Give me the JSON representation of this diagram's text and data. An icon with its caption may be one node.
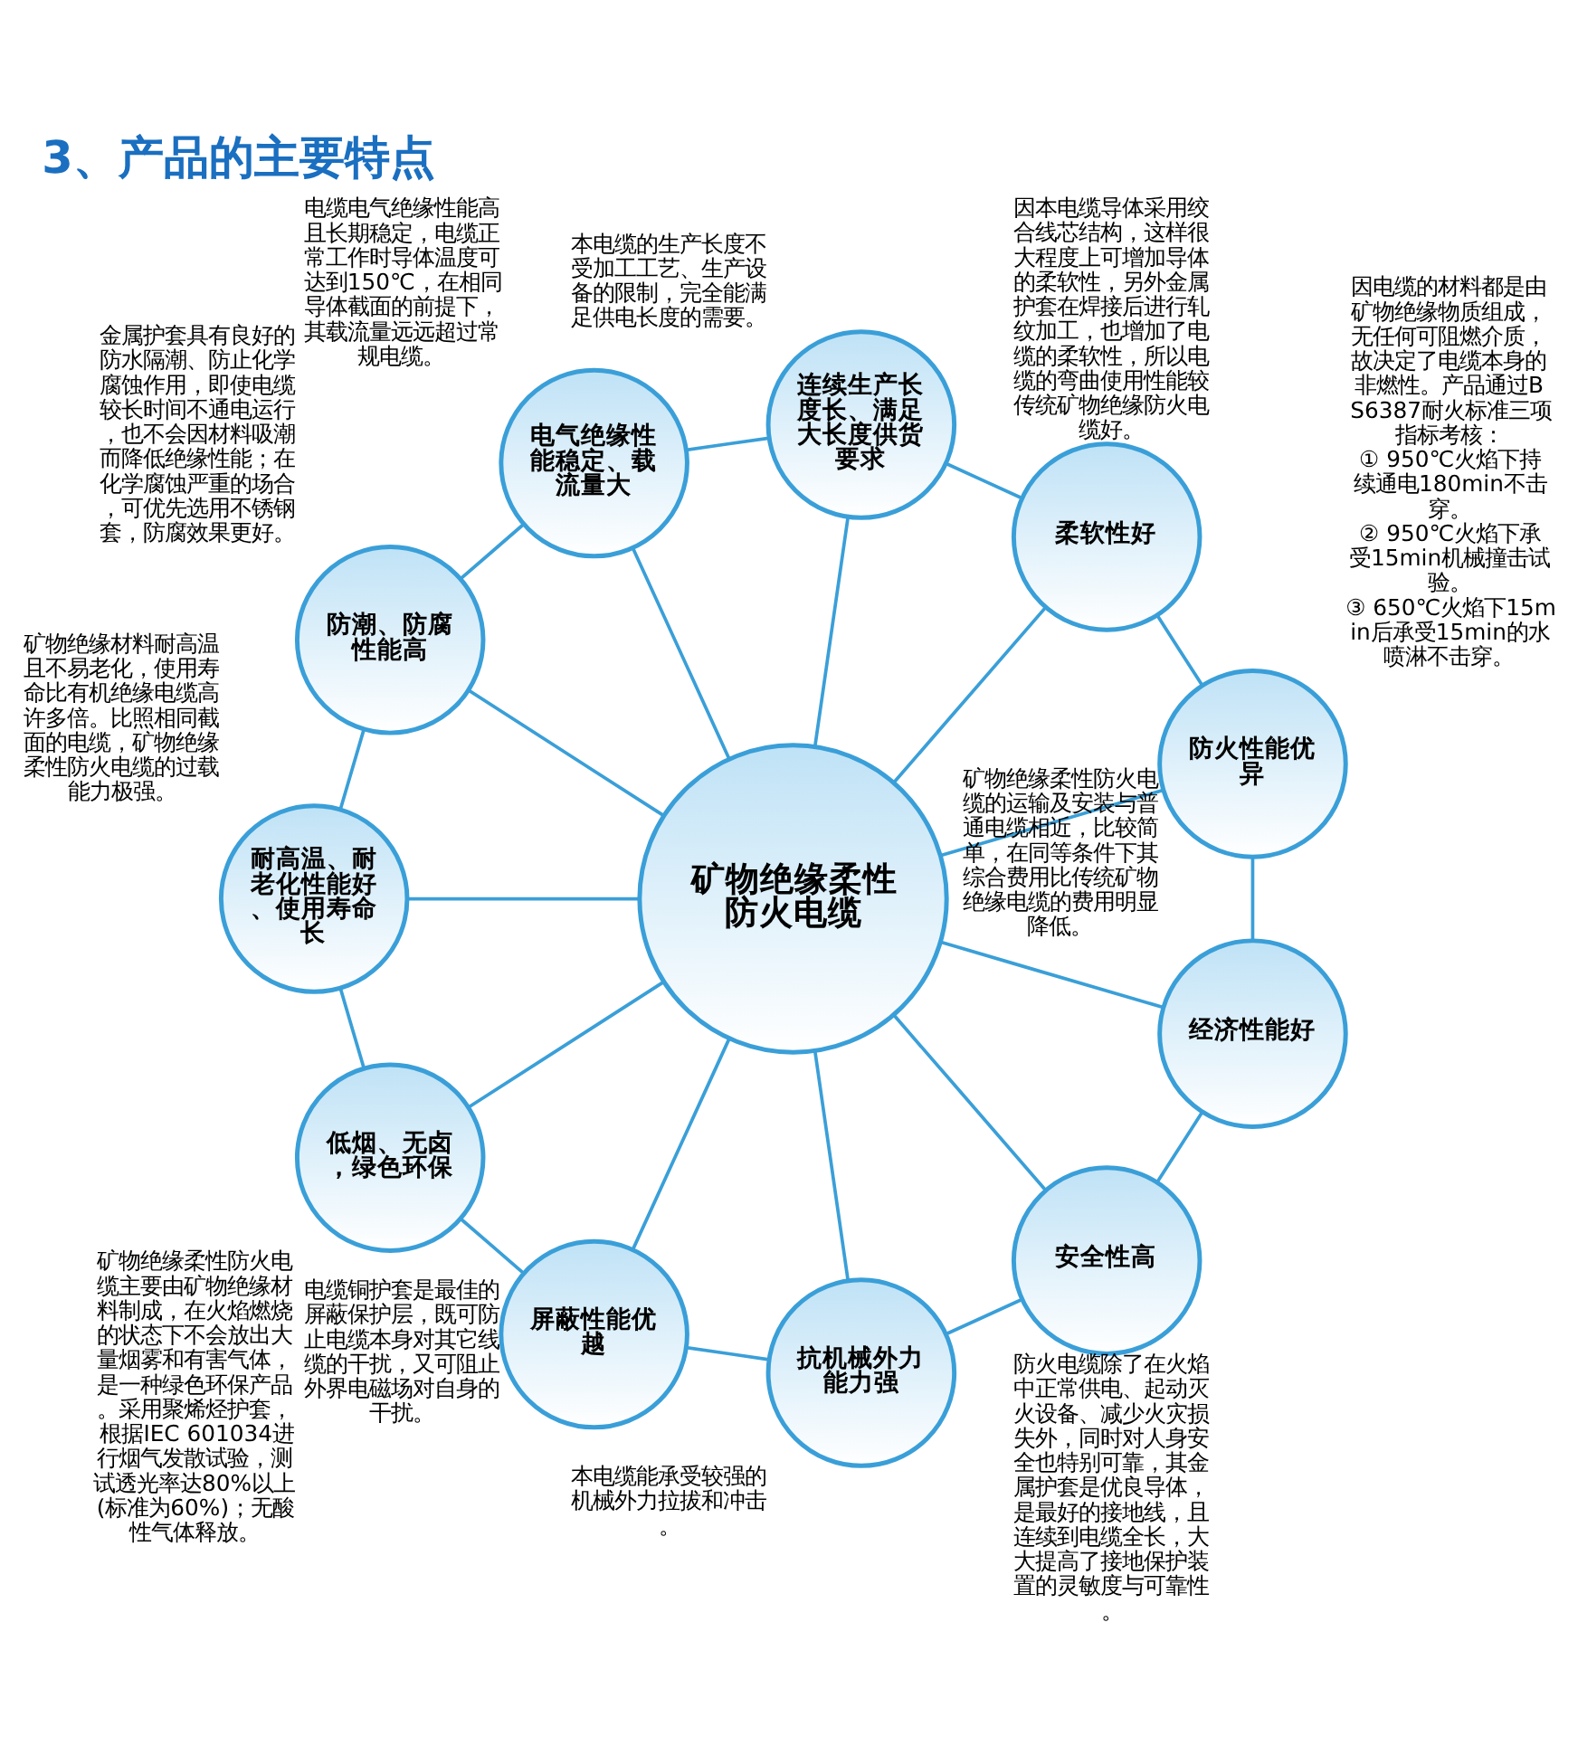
{
  "diagram": {
    "title": "3、产品的主要特点",
    "nodes": [
      {
        "text": [
          "矿物绝缘柔性防火电缆"
        ]
      },
      {
        "text": [
          "防火性能优异"
        ],
        "beside": [
          "因电缆的材料都是由矿物绝缘物质组成，无任何可阻燃介质，故决定了电缆本身的非燃性。产品通过BS6387耐火标准三项指标考核：",
          "① 950℃火焰下持续通电180min不击穿。",
          "② 950℃火焰下承受15min机械撞击试验。",
          "③ 650℃火焰下15min后承受15min的水喷淋不击穿。"
        ]
      },
      {
        "text": [
          "柔软性好"
        ],
        "beside": [
          "因本电缆导体采用绞合线芯结构，这样很大程度上可增加导体的柔软性，另外金属护套在焊接后进行轧纹加工，也增加了电缆的柔软性，所以电缆的弯曲使用性能较传统矿物绝缘防火电缆好。"
        ]
      },
      {
        "text": [
          "连续生产长度长、满足大长度供货要求"
        ],
        "beside": [
          "本电缆的生产长度不受加工工艺、生产设备的限制，完全能满足供电长度的需要。"
        ]
      },
      {
        "text": [
          "电气绝缘性能稳定、载流量大"
        ],
        "beside": [
          "电缆电气绝缘性能高且长期稳定，电缆正常工作时导体温度可达到150℃，在相同导体截面的前提下，其载流量远远超过常规电缆。"
        ]
      },
      {
        "text": [
          "防潮、防腐性能高"
        ],
        "beside": [
          "金属护套具有良好的防水隔潮、防止化学腐蚀作用，即使电缆较长时间不通电运行，也不会因材料吸潮而降低绝缘性能；在化学腐蚀严重的场合，可优先选用不锈钢套，防腐效果更好。"
        ]
      },
      {
        "text": [
          "耐高温、耐老化性能好、使用寿命长"
        ],
        "beside": [
          "矿物绝缘材料耐高温且不易老化，使用寿命比有机绝缘电缆高许多倍。比照相同截面的电缆，矿物绝缘柔性防火电缆的过载能力极强。"
        ]
      },
      {
        "text": [
          "低烟、无卤，绿色环保"
        ],
        "beside": [
          "矿物绝缘柔性防火电缆主要由矿物绝缘材料制成，在火焰燃烧的状态下不会放出大量烟雾和有害气体，是一种绿色环保产品。采用聚烯烃护套，根据IEC 601034进行烟气发散试验，测试透光率达80%以上(标准为60%)；无酸性气体释放。"
        ]
      },
      {
        "text": [
          "屏蔽性能优越"
        ],
        "beside": [
          "电缆铜护套是最佳的屏蔽保护层，既可防止电缆本身对其它线缆的干扰，又可阻止外界电磁场对自身的干扰。"
        ]
      },
      {
        "text": [
          "抗机械外力能力强"
        ],
        "beside": [
          "本电缆能承受较强的机械外力拉拔和冲击。"
        ]
      },
      {
        "text": [
          "安全性高"
        ],
        "beside": [
          "防火电缆除了在火焰中正常供电、起动灭火设备、减少火灾损失外，同时对人身安全也特别可靠，其金属护套是优良导体，是最好的接地线，且连续到电缆全长，大大提高了接地保护装置的灵敏度与可靠性。"
        ]
      },
      {
        "text": [
          "经济性能好"
        ],
        "beside": [
          "矿物绝缘柔性防火电缆的运输及安装与普通电缆相近，比较简单，在同等条件下其综合费用比传统矿物绝缘电缆的费用明显降低。"
        ]
      }
    ],
    "edges": [
      {
        "from": 0,
        "to": 1,
        "arrow": "none"
      },
      {
        "from": 0,
        "to": 2,
        "arrow": "none"
      },
      {
        "from": 0,
        "to": 3,
        "arrow": "none"
      },
      {
        "from": 0,
        "to": 4,
        "arrow": "none"
      },
      {
        "from": 0,
        "to": 5,
        "arrow": "none"
      },
      {
        "from": 0,
        "to": 6,
        "arrow": "none"
      },
      {
        "from": 0,
        "to": 7,
        "arrow": "none"
      },
      {
        "from": 0,
        "to": 8,
        "arrow": "none"
      },
      {
        "from": 0,
        "to": 9,
        "arrow": "none"
      },
      {
        "from": 0,
        "to": 10,
        "arrow": "none"
      },
      {
        "from": 0,
        "to": 11,
        "arrow": "none"
      },
      {
        "from": 1,
        "to": 2,
        "arrow": "none"
      },
      {
        "from": 2,
        "to": 3,
        "arrow": "none"
      },
      {
        "from": 3,
        "to": 4,
        "arrow": "none"
      },
      {
        "from": 4,
        "to": 5,
        "arrow": "none"
      },
      {
        "from": 5,
        "to": 6,
        "arrow": "none"
      },
      {
        "from": 6,
        "to": 7,
        "arrow": "none"
      },
      {
        "from": 7,
        "to": 8,
        "arrow": "none"
      },
      {
        "from": 8,
        "to": 9,
        "arrow": "none"
      },
      {
        "from": 9,
        "to": 10,
        "arrow": "none"
      },
      {
        "from": 10,
        "to": 11,
        "arrow": "none"
      },
      {
        "from": 11,
        "to": 1,
        "arrow": "none"
      }
    ]
  }
}
